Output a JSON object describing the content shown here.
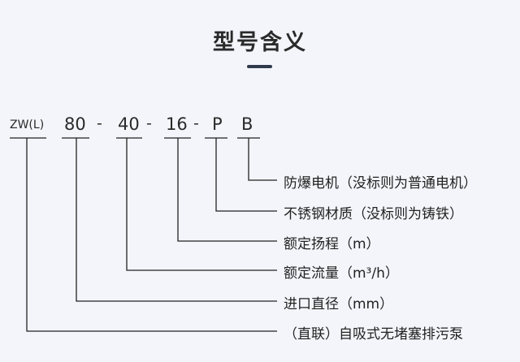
{
  "title": "型号含义",
  "codes": [
    {
      "id": "zwl",
      "text": "ZW(L)"
    },
    {
      "id": "caliber",
      "text": "80"
    },
    {
      "id": "flow",
      "text": "40"
    },
    {
      "id": "head",
      "text": "16"
    },
    {
      "id": "p",
      "text": "P"
    },
    {
      "id": "b",
      "text": "B"
    }
  ],
  "separators": [
    "-",
    "-",
    "-"
  ],
  "meanings": [
    "防爆电机（没标则为普通电机）",
    "不锈钢材质（没标则为铸铁）",
    "额定扬程（m）",
    "额定流量（m³/h）",
    "进口直径（mm）",
    "（直联）自吸式无堵塞排污泵"
  ],
  "colors": {
    "line": "#222222",
    "accent": "#2f3b4c",
    "background": "#f3f5fa"
  }
}
